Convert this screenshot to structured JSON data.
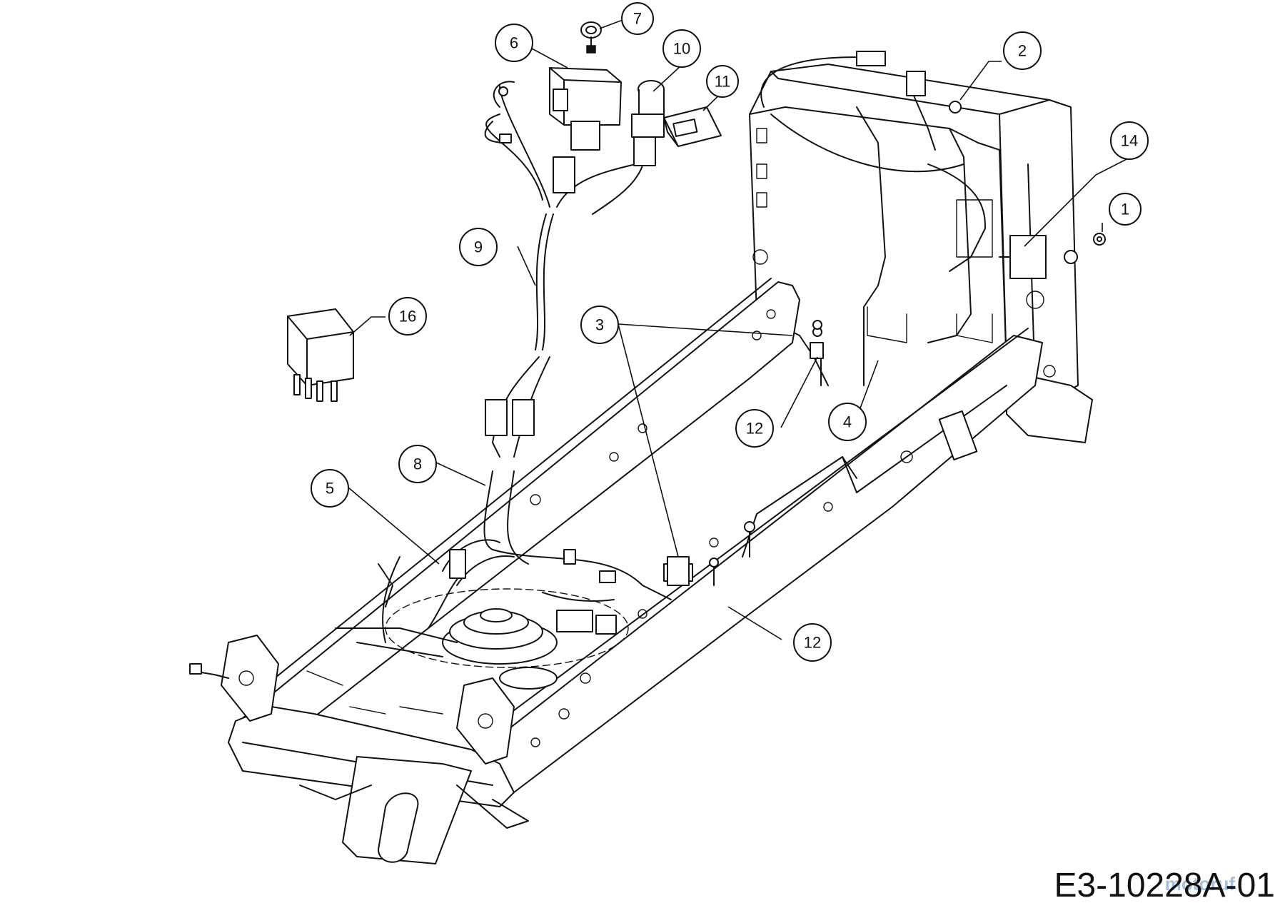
{
  "diagram": {
    "callouts": [
      {
        "id": "c1",
        "label": "1"
      },
      {
        "id": "c2",
        "label": "2"
      },
      {
        "id": "c3",
        "label": "3"
      },
      {
        "id": "c4",
        "label": "4"
      },
      {
        "id": "c5",
        "label": "5"
      },
      {
        "id": "c6",
        "label": "6"
      },
      {
        "id": "c7",
        "label": "7"
      },
      {
        "id": "c8",
        "label": "8"
      },
      {
        "id": "c9",
        "label": "9"
      },
      {
        "id": "c10",
        "label": "10"
      },
      {
        "id": "c11",
        "label": "11"
      },
      {
        "id": "c12a",
        "label": "12"
      },
      {
        "id": "c12b",
        "label": "12"
      },
      {
        "id": "c14",
        "label": "14"
      },
      {
        "id": "c16",
        "label": "16"
      }
    ],
    "drawing_code": "E3-10228A-01",
    "watermark": "motoruf"
  }
}
